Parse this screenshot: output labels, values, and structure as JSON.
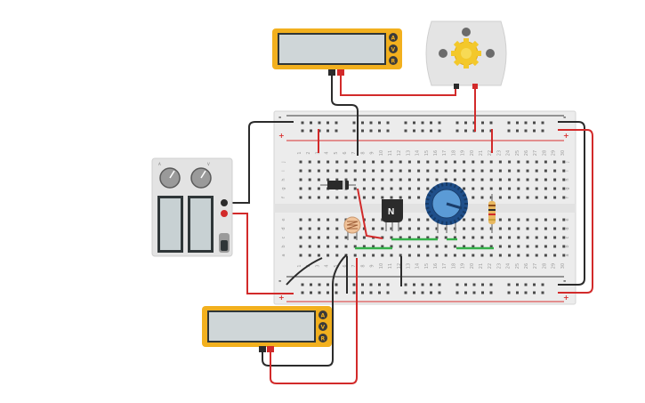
{
  "colors": {
    "multimeter_body": "#f2b01e",
    "breadboard": "#ececec",
    "rail_red": "#d8302f",
    "rail_blue": "#3a3a3a",
    "wire_red": "#d22a2a",
    "wire_black": "#2b2b2b",
    "wire_green": "#35b04a",
    "motor_body": "#e4e4e4",
    "pot_blue": "#1f4f8a"
  },
  "multimeters": [
    {
      "id": "top",
      "modes": [
        "A",
        "V",
        "R"
      ]
    },
    {
      "id": "bottom",
      "modes": [
        "A",
        "V",
        "R"
      ]
    }
  ],
  "breadboard": {
    "column_numbers": [
      "1",
      "2",
      "3",
      "4",
      "5",
      "6",
      "7",
      "8",
      "9",
      "10",
      "11",
      "12",
      "13",
      "14",
      "15",
      "16",
      "17",
      "18",
      "19",
      "20",
      "21",
      "22",
      "23",
      "24",
      "25",
      "26",
      "27",
      "28",
      "29",
      "30"
    ],
    "row_letters_top": [
      "j",
      "i",
      "h",
      "g",
      "f"
    ],
    "row_letters_bottom": [
      "e",
      "d",
      "c",
      "b",
      "a"
    ],
    "rail_signs": {
      "minus": "-",
      "plus": "+"
    }
  },
  "transistor": {
    "label": "N"
  },
  "power_supply": {
    "label_left": "A",
    "label_right": "V"
  },
  "icons": {
    "motor": "dc-motor-icon",
    "potentiometer": "potentiometer-icon",
    "photoresistor": "photoresistor-icon",
    "resistor": "resistor-icon",
    "diode": "diode-icon",
    "gear": "gear-icon"
  }
}
